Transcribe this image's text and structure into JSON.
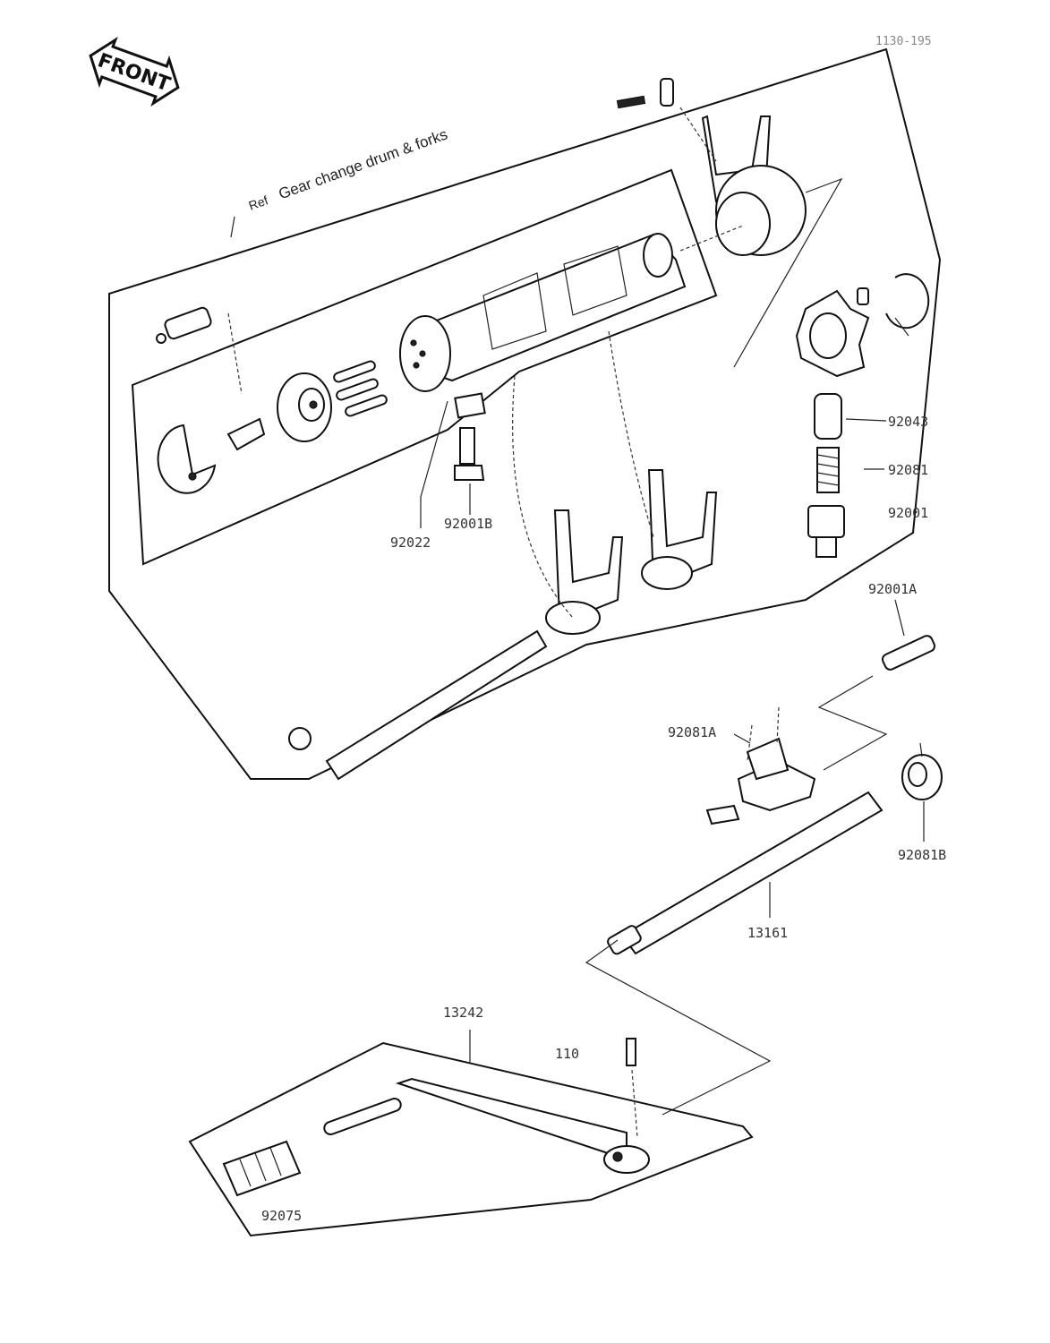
{
  "header_code": "1130-195",
  "front_arrow": "FRONT",
  "reference": {
    "prefix": "Ref",
    "text": "Gear change drum & forks"
  },
  "parts": [
    {
      "id": "p92043",
      "label": "92043"
    },
    {
      "id": "p92081",
      "label": "92081"
    },
    {
      "id": "p92001",
      "label": "92001"
    },
    {
      "id": "p92022",
      "label": "92022"
    },
    {
      "id": "p92001b",
      "label": "92001B"
    },
    {
      "id": "p92001a",
      "label": "92001A"
    },
    {
      "id": "p92081a",
      "label": "92081A"
    },
    {
      "id": "p92081b",
      "label": "92081B"
    },
    {
      "id": "p13161",
      "label": "13161"
    },
    {
      "id": "p13242",
      "label": "13242"
    },
    {
      "id": "p110",
      "label": "110"
    },
    {
      "id": "p92075",
      "label": "92075"
    }
  ]
}
